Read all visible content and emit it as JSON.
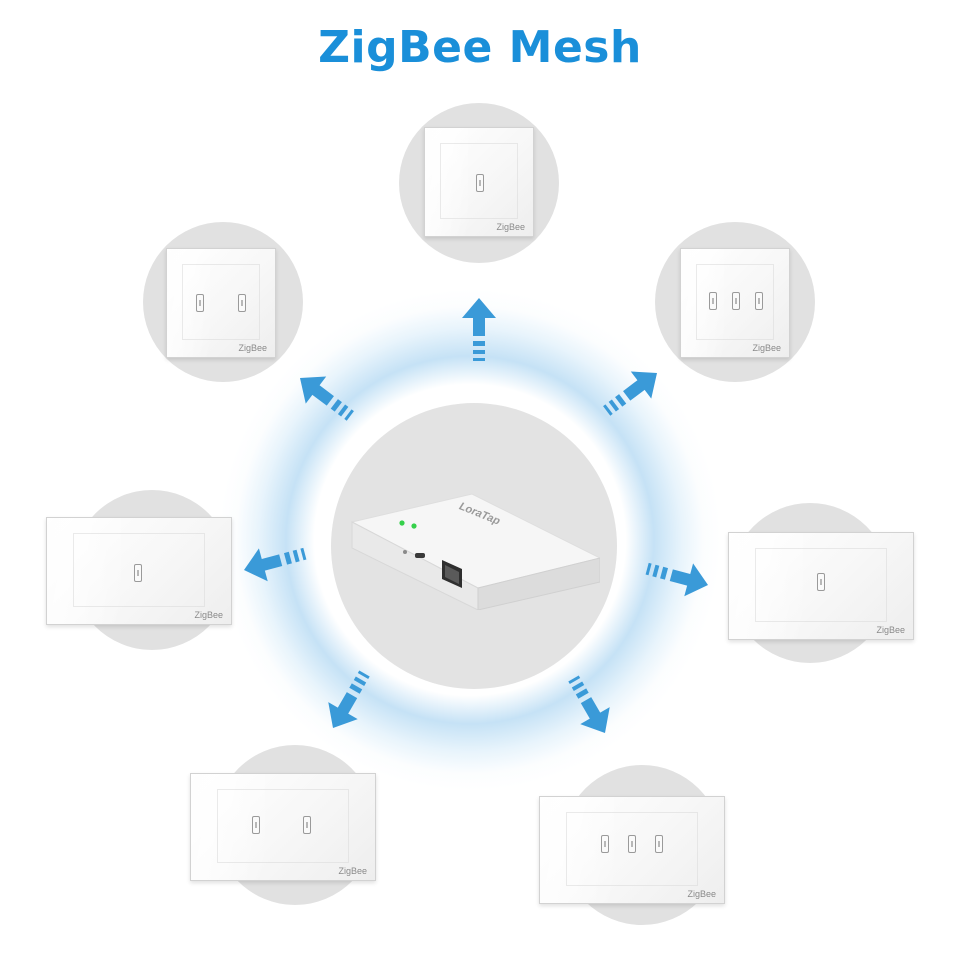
{
  "title": "ZigBee Mesh",
  "colors": {
    "accent": "#1a8fd9",
    "arrow": "#3a9ad8"
  },
  "hub": {
    "brand": "LoraTap"
  },
  "switches": [
    {
      "id": "top",
      "label": "ZigBee",
      "gangs": 1
    },
    {
      "id": "upper-left",
      "label": "ZigBee",
      "gangs": 2
    },
    {
      "id": "upper-right",
      "label": "ZigBee",
      "gangs": 3
    },
    {
      "id": "left",
      "label": "ZigBee",
      "gangs": 1
    },
    {
      "id": "right",
      "label": "ZigBee",
      "gangs": 1
    },
    {
      "id": "lower-left",
      "label": "ZigBee",
      "gangs": 2
    },
    {
      "id": "lower-right",
      "label": "ZigBee",
      "gangs": 3
    }
  ]
}
